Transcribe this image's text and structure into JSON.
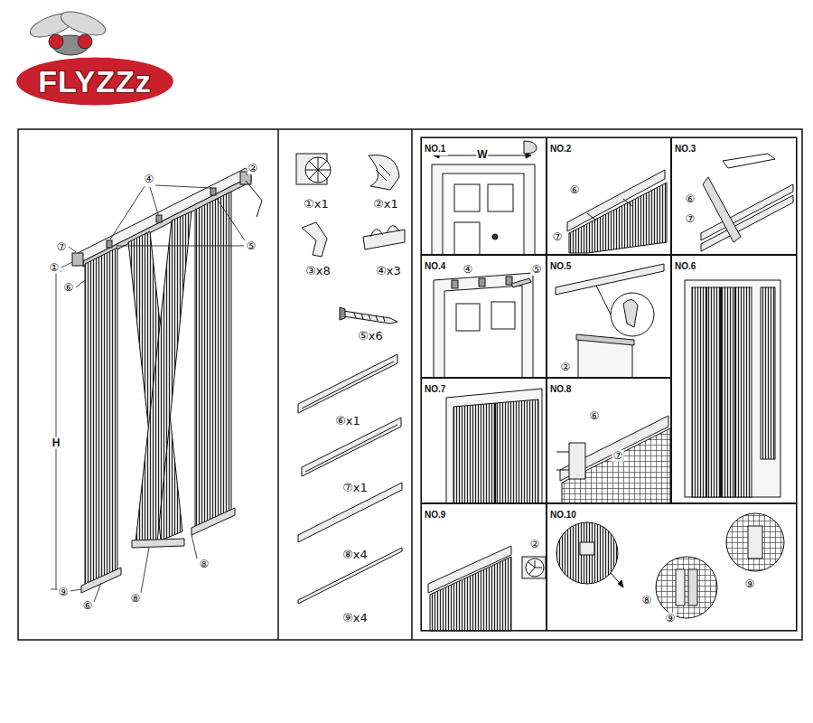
{
  "diagram": {
    "nodes": [
      {
        "text": [
          "FLYZZz"
        ]
      },
      {
        "text": [
          "NO.1"
        ]
      },
      {
        "text": [
          "NO.2"
        ]
      },
      {
        "text": [
          "NO.3"
        ]
      },
      {
        "text": [
          "NO.4"
        ]
      },
      {
        "text": [
          "NO.5"
        ]
      },
      {
        "text": [
          "NO.6"
        ]
      },
      {
        "text": [
          "NO.7"
        ]
      },
      {
        "text": [
          "NO.8"
        ]
      },
      {
        "text": [
          "NO.9"
        ]
      },
      {
        "text": [
          "NO.10"
        ]
      }
    ],
    "labels": [
      "④",
      "②",
      "⑦",
      "①",
      "⑥",
      "⑤",
      "H",
      "⑨",
      "⑥",
      "⑧",
      "⑧",
      "①x1",
      "②x1",
      "③x8",
      "④x3",
      "⑤x6",
      "⑥x1",
      "⑦x1",
      "⑧x4",
      "⑨x4",
      "W",
      "⑥",
      "⑦",
      "⑥",
      "⑦",
      "④",
      "⑤",
      "②",
      "⑥",
      "⑦",
      "②",
      "⑨",
      "⑧",
      "⑨"
    ]
  }
}
